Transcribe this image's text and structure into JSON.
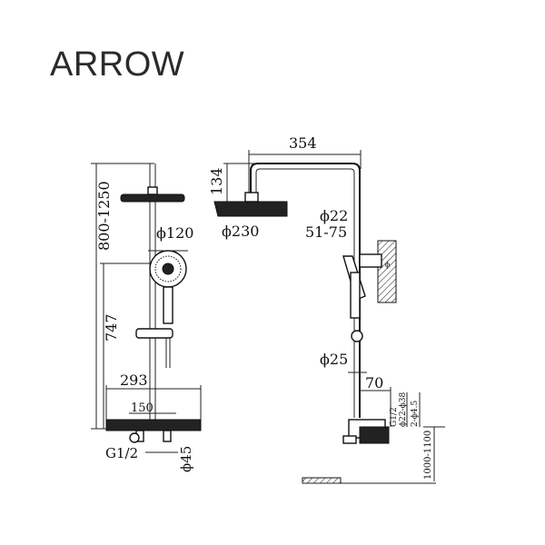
{
  "brand": {
    "name": "ARROW"
  },
  "dimensions": {
    "overall_height": "800-1250",
    "head_diameter_left": "ϕ120",
    "arm_to_head": "747",
    "bar_width": "293",
    "inlet_spacing": "150",
    "inlet_thread": "G1/2",
    "knob_diameter": "ϕ45",
    "arm_length": "354",
    "head_drop": "134",
    "head_diameter_right": "ϕ230",
    "pipe_diameter_upper": "ϕ22",
    "bracket_range": "51-75",
    "pipe_diameter_lower": "ϕ25",
    "wall_offset": "70",
    "small_dims_1": "G1/2",
    "small_dims_2": "ϕ22-ϕ38",
    "small_dims_3": "2-ϕ4.5",
    "mount_height": "1000-1100"
  },
  "colors": {
    "line": "#222222",
    "background": "#ffffff"
  }
}
